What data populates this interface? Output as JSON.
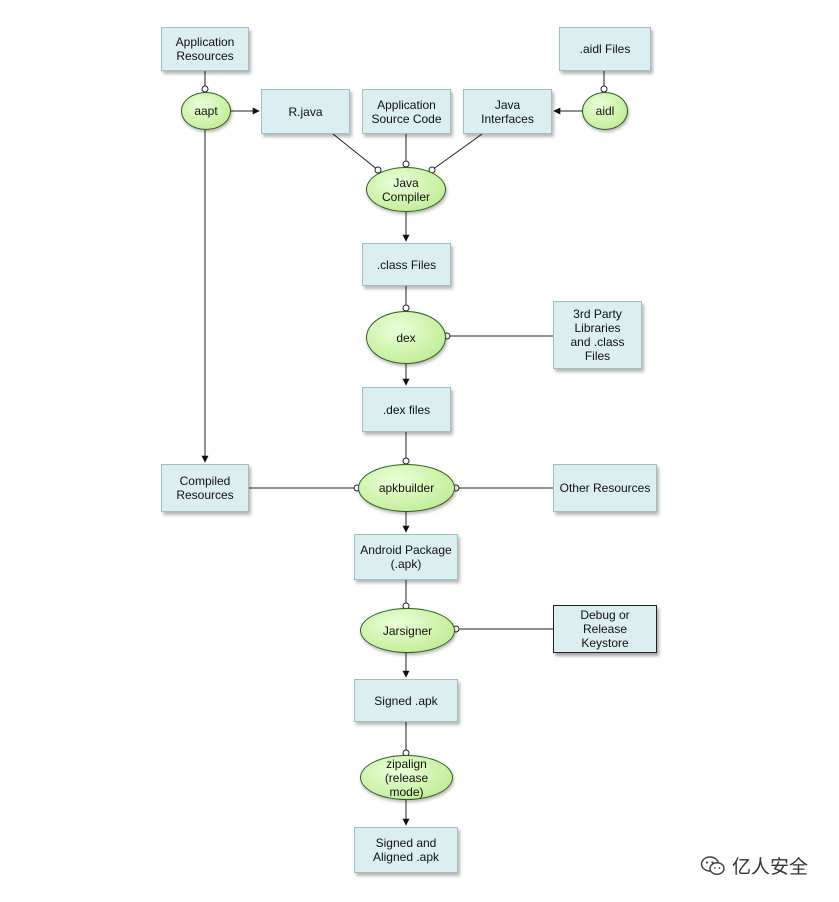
{
  "diagram": {
    "boxes": {
      "app_resources": "Application\nResources",
      "aidl_files": ".aidl Files",
      "r_java": "R.java",
      "app_source": "Application\nSource Code",
      "java_interfaces": "Java\nInterfaces",
      "class_files": ".class Files",
      "third_party": "3rd Party\nLibraries\nand .class\nFiles",
      "dex_files": ".dex files",
      "compiled_resources": "Compiled\nResources",
      "other_resources": "Other Resources",
      "android_package": "Android Package\n(.apk)",
      "keystore": "Debug or\nRelease\nKeystore",
      "signed_apk": "Signed .apk",
      "signed_aligned": "Signed and\nAligned .apk"
    },
    "tools": {
      "aapt": "aapt",
      "aidl": "aidl",
      "java_compiler": "Java\nCompiler",
      "dex": "dex",
      "apkbuilder": "apkbuilder",
      "jarsigner": "Jarsigner",
      "zipalign": "zipalign\n(release\nmode)"
    }
  },
  "watermark": {
    "text": "亿人安全",
    "icon": "wechat-icon"
  },
  "colors": {
    "box_fill": "#dbeef0",
    "tool_fill": "#cdf3aa",
    "line": "#222222"
  }
}
